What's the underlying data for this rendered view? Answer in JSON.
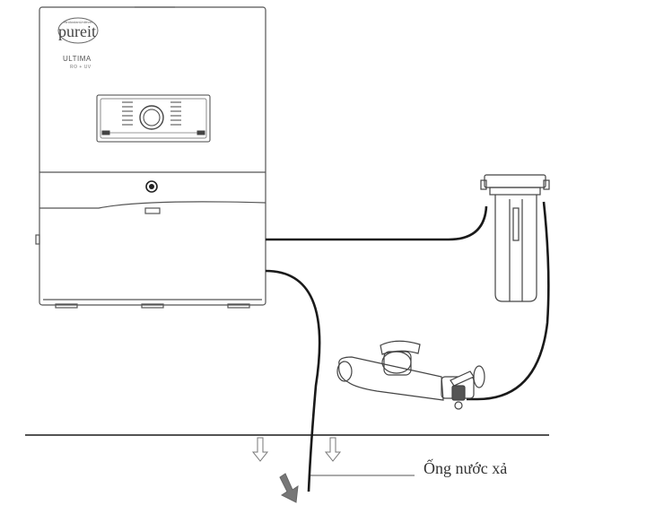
{
  "purifier": {
    "brand_small": "HindustanUnilever",
    "brand": "pureit",
    "model": "ULTIMA",
    "model_sub": "RO + UV"
  },
  "labels": {
    "drain_pipe": "Ống nước xả"
  },
  "colors": {
    "line": "#1a1a1a",
    "outline": "#555555",
    "arrow_fill": "#777777"
  }
}
